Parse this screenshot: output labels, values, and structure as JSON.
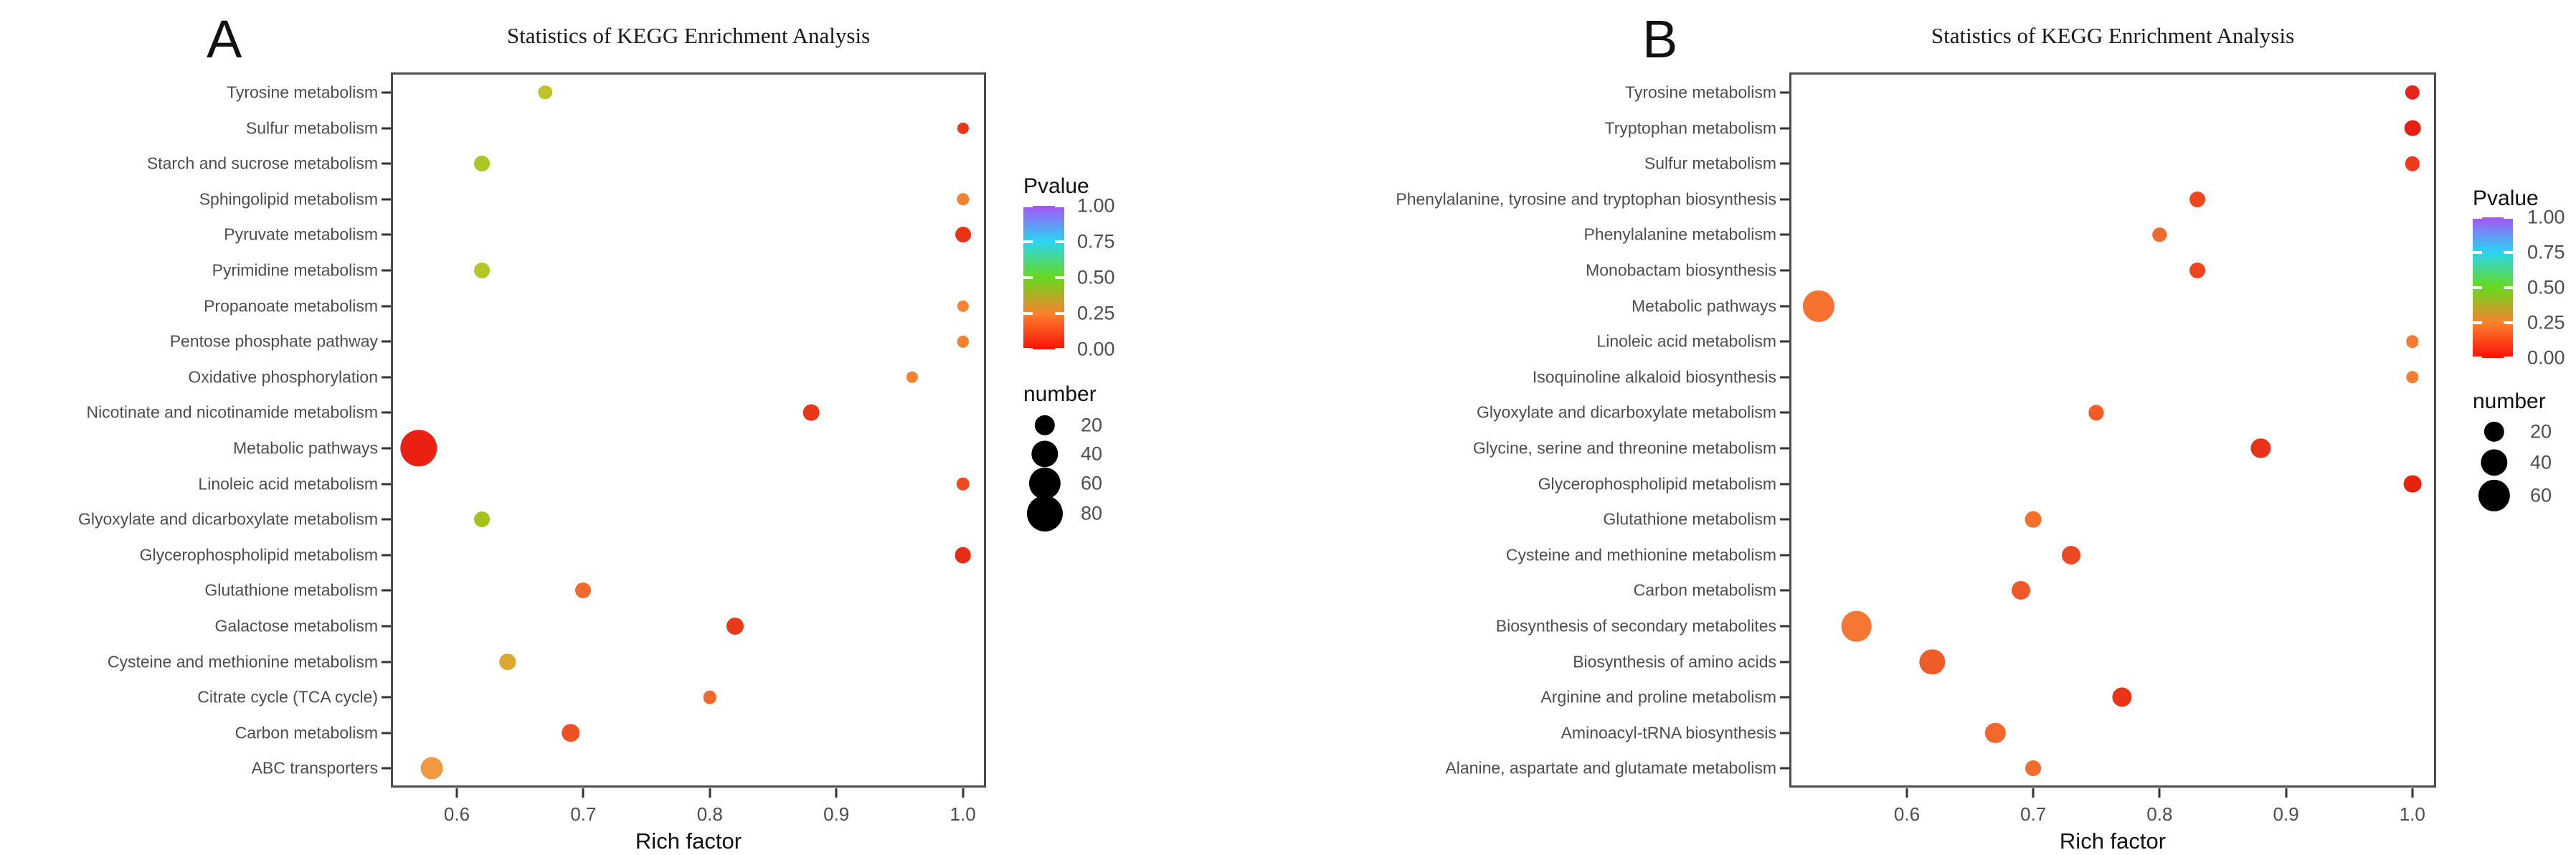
{
  "figure": {
    "background": "#ffffff"
  },
  "chart_data": [
    {
      "type": "scatter",
      "panel_label": "A",
      "title": "Statistics of KEGG Enrichment Analysis",
      "xlabel": "Rich factor",
      "xticks": [
        "0.6",
        "0.7",
        "0.8",
        "0.9",
        "1.0"
      ],
      "xtick_values": [
        0.6,
        0.7,
        0.8,
        0.9,
        1.0
      ],
      "xlim": [
        0.548,
        1.018
      ],
      "grid": false,
      "legend": {
        "pvalue_title": "Pvalue",
        "pvalue_tick_labels": [
          "1.00",
          "0.75",
          "0.50",
          "0.25",
          "0.00"
        ],
        "colorbar_stops": [
          "#fd1006",
          "#f9822d",
          "#67d91c",
          "#29d6f2",
          "#a754f8"
        ],
        "number_title": "number",
        "number_values": [
          20,
          40,
          60,
          80
        ]
      },
      "points": [
        {
          "pathway": "Tyrosine metabolism",
          "rich_factor": 0.67,
          "number": 7,
          "pvalue": 0.4,
          "color": "#bfc32c"
        },
        {
          "pathway": "Sulfur metabolism",
          "rich_factor": 1.0,
          "number": 4,
          "pvalue": 0.03,
          "color": "#e93619"
        },
        {
          "pathway": "Starch and sucrose metabolism",
          "rich_factor": 0.62,
          "number": 10,
          "pvalue": 0.38,
          "color": "#abc622"
        },
        {
          "pathway": "Sphingolipid metabolism",
          "rich_factor": 1.0,
          "number": 5,
          "pvalue": 0.24,
          "color": "#f5822f"
        },
        {
          "pathway": "Pyruvate metabolism",
          "rich_factor": 1.0,
          "number": 10,
          "pvalue": 0.03,
          "color": "#e93315"
        },
        {
          "pathway": "Pyrimidine metabolism",
          "rich_factor": 0.62,
          "number": 10,
          "pvalue": 0.4,
          "color": "#b4c724"
        },
        {
          "pathway": "Propanoate metabolism",
          "rich_factor": 1.0,
          "number": 4,
          "pvalue": 0.24,
          "color": "#f58332"
        },
        {
          "pathway": "Pentose phosphate pathway",
          "rich_factor": 1.0,
          "number": 4,
          "pvalue": 0.24,
          "color": "#f58030"
        },
        {
          "pathway": "Oxidative phosphorylation",
          "rich_factor": 0.96,
          "number": 4,
          "pvalue": 0.24,
          "color": "#f58231"
        },
        {
          "pathway": "Nicotinate and nicotinamide metabolism",
          "rich_factor": 0.88,
          "number": 11,
          "pvalue": 0.04,
          "color": "#e9351c"
        },
        {
          "pathway": "Metabolic pathways",
          "rich_factor": 0.57,
          "number": 85,
          "pvalue": 0.01,
          "color": "#ea2112"
        },
        {
          "pathway": "Linoleic acid metabolism",
          "rich_factor": 1.0,
          "number": 6,
          "pvalue": 0.1,
          "color": "#ee4a21"
        },
        {
          "pathway": "Glyoxylate and dicarboxylate metabolism",
          "rich_factor": 0.62,
          "number": 10,
          "pvalue": 0.42,
          "color": "#a3c41f"
        },
        {
          "pathway": "Glycerophospholipid metabolism",
          "rich_factor": 1.0,
          "number": 11,
          "pvalue": 0.02,
          "color": "#e62c17"
        },
        {
          "pathway": "Glutathione metabolism",
          "rich_factor": 0.7,
          "number": 10,
          "pvalue": 0.18,
          "color": "#f26a2e"
        },
        {
          "pathway": "Galactose metabolism",
          "rich_factor": 0.82,
          "number": 13,
          "pvalue": 0.04,
          "color": "#e83a18"
        },
        {
          "pathway": "Cysteine and methionine metabolism",
          "rich_factor": 0.64,
          "number": 12,
          "pvalue": 0.32,
          "color": "#d9a82f"
        },
        {
          "pathway": "Citrate cycle (TCA cycle)",
          "rich_factor": 0.8,
          "number": 6,
          "pvalue": 0.16,
          "color": "#f0682a"
        },
        {
          "pathway": "Carbon metabolism",
          "rich_factor": 0.69,
          "number": 15,
          "pvalue": 0.12,
          "color": "#ee5124"
        },
        {
          "pathway": "ABC transporters",
          "rich_factor": 0.58,
          "number": 25,
          "pvalue": 0.22,
          "color": "#f19a44"
        }
      ]
    },
    {
      "type": "scatter",
      "panel_label": "B",
      "title": "Statistics of KEGG Enrichment Analysis",
      "xlabel": "Rich factor",
      "xticks": [
        "0.6",
        "0.7",
        "0.8",
        "0.9",
        "1.0"
      ],
      "xtick_values": [
        0.6,
        0.7,
        0.8,
        0.9,
        1.0
      ],
      "xlim": [
        0.507,
        1.019
      ],
      "grid": false,
      "legend": {
        "pvalue_title": "Pvalue",
        "pvalue_tick_labels": [
          "1.00",
          "0.75",
          "0.50",
          "0.25",
          "0.00"
        ],
        "colorbar_stops": [
          "#fd1006",
          "#f9822d",
          "#67d91c",
          "#29d6f2",
          "#a754f8"
        ],
        "number_title": "number",
        "number_values": [
          20,
          40,
          60
        ]
      },
      "points": [
        {
          "pathway": "Tyrosine metabolism",
          "rich_factor": 1.0,
          "number": 8,
          "pvalue": 0.03,
          "color": "#e8251a"
        },
        {
          "pathway": "Tryptophan metabolism",
          "rich_factor": 1.0,
          "number": 11,
          "pvalue": 0.02,
          "color": "#e62114"
        },
        {
          "pathway": "Sulfur metabolism",
          "rich_factor": 1.0,
          "number": 8,
          "pvalue": 0.06,
          "color": "#ef3b1c"
        },
        {
          "pathway": "Phenylalanine, tyrosine and tryptophan biosynthesis",
          "rich_factor": 0.83,
          "number": 10,
          "pvalue": 0.08,
          "color": "#ee4720"
        },
        {
          "pathway": "Phenylalanine metabolism",
          "rich_factor": 0.8,
          "number": 7,
          "pvalue": 0.17,
          "color": "#f26a2c"
        },
        {
          "pathway": "Monobactam biosynthesis",
          "rich_factor": 0.83,
          "number": 10,
          "pvalue": 0.08,
          "color": "#ee4520"
        },
        {
          "pathway": "Metabolic pathways",
          "rich_factor": 0.53,
          "number": 60,
          "pvalue": 0.2,
          "color": "#f57231"
        },
        {
          "pathway": "Linoleic acid metabolism",
          "rich_factor": 1.0,
          "number": 5,
          "pvalue": 0.23,
          "color": "#f57d31"
        },
        {
          "pathway": "Isoquinoline alkaloid biosynthesis",
          "rich_factor": 1.0,
          "number": 5,
          "pvalue": 0.23,
          "color": "#f57d31"
        },
        {
          "pathway": "Glyoxylate and dicarboxylate metabolism",
          "rich_factor": 0.75,
          "number": 9,
          "pvalue": 0.13,
          "color": "#f15c26"
        },
        {
          "pathway": "Glycine, serine and threonine metabolism",
          "rich_factor": 0.88,
          "number": 18,
          "pvalue": 0.03,
          "color": "#e93318"
        },
        {
          "pathway": "Glycerophospholipid metabolism",
          "rich_factor": 1.0,
          "number": 14,
          "pvalue": 0.01,
          "color": "#e3250f"
        },
        {
          "pathway": "Glutathione metabolism",
          "rich_factor": 0.7,
          "number": 11,
          "pvalue": 0.19,
          "color": "#f4702c"
        },
        {
          "pathway": "Cysteine and methionine metabolism",
          "rich_factor": 0.73,
          "number": 16,
          "pvalue": 0.09,
          "color": "#ee4822"
        },
        {
          "pathway": "Carbon metabolism",
          "rich_factor": 0.69,
          "number": 16,
          "pvalue": 0.14,
          "color": "#f05826"
        },
        {
          "pathway": "Biosynthesis of secondary metabolites",
          "rich_factor": 0.56,
          "number": 55,
          "pvalue": 0.21,
          "color": "#f57733"
        },
        {
          "pathway": "Biosynthesis of amino acids",
          "rich_factor": 0.62,
          "number": 35,
          "pvalue": 0.13,
          "color": "#f05c28"
        },
        {
          "pathway": "Arginine and proline metabolism",
          "rich_factor": 0.77,
          "number": 18,
          "pvalue": 0.03,
          "color": "#e93418"
        },
        {
          "pathway": "Aminoacyl-tRNA biosynthesis",
          "rich_factor": 0.67,
          "number": 20,
          "pvalue": 0.16,
          "color": "#f2682c"
        },
        {
          "pathway": "Alanine, aspartate and glutamate metabolism",
          "rich_factor": 0.7,
          "number": 10,
          "pvalue": 0.17,
          "color": "#f26c2e"
        }
      ]
    }
  ]
}
